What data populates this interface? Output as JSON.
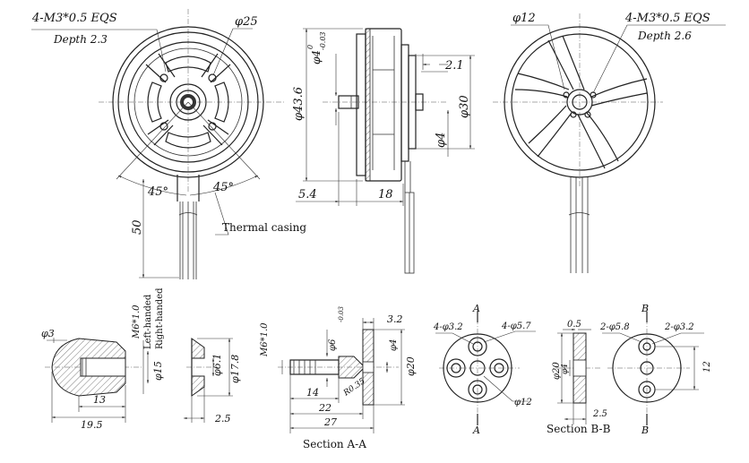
{
  "motor_front": {
    "thread_note": "4-M3*0.5 EQS",
    "depth_note": "Depth 2.3",
    "dia_25": "φ25",
    "angle_left": "45°",
    "angle_right": "45°",
    "lead_length": "50",
    "casing_label": "Thermal casing"
  },
  "motor_side": {
    "dia_43_6": "φ43.6",
    "dia_4_top": "φ4",
    "tol_upper": "0",
    "tol_lower": "-0.03",
    "dim_2_1": "2.1",
    "dia_30": "φ30",
    "dia_4": "φ4",
    "dim_5_4": "5.4",
    "dim_18": "18"
  },
  "motor_back": {
    "dia_12": "φ12",
    "thread_note": "4-M3*0.5 EQS",
    "depth_note": "Depth 2.6"
  },
  "nut": {
    "dia_3": "φ3",
    "thread": "M6*1.0",
    "left_handed": "Left-handed",
    "right_handed": "Right-handed",
    "dia_15": "φ15",
    "dim_13": "13",
    "dim_19_5": "19.5"
  },
  "washer": {
    "dia_6_1": "φ6.1",
    "dia_17_8": "φ17.8",
    "dim_2_5": "2.5"
  },
  "shaft_adapter": {
    "thread": "M6*1.0",
    "dia_6": "φ6",
    "tol": "-0.03",
    "dim_3_2": "3.2",
    "dia_4": "φ4",
    "dia_20": "φ20",
    "r_label": "R0.35",
    "dim_14": "14",
    "dim_22": "22",
    "dim_27": "27",
    "section_label": "Section A-A"
  },
  "prop_adapter_a": {
    "label_top": "A",
    "label_bottom": "A",
    "holes_small": "4-φ3.2",
    "holes_large": "4-φ5.7",
    "dia_12": "φ12"
  },
  "prop_adapter_b": {
    "dim_0_5": "0.5",
    "dia_20": "φ20",
    "dia_4": "φ4",
    "dim_2_5": "2.5",
    "section_label": "Section B-B",
    "label_top": "B",
    "label_bottom": "B",
    "holes_large": "2-φ5.8",
    "holes_small": "2-φ3.2",
    "dim_12": "12"
  }
}
